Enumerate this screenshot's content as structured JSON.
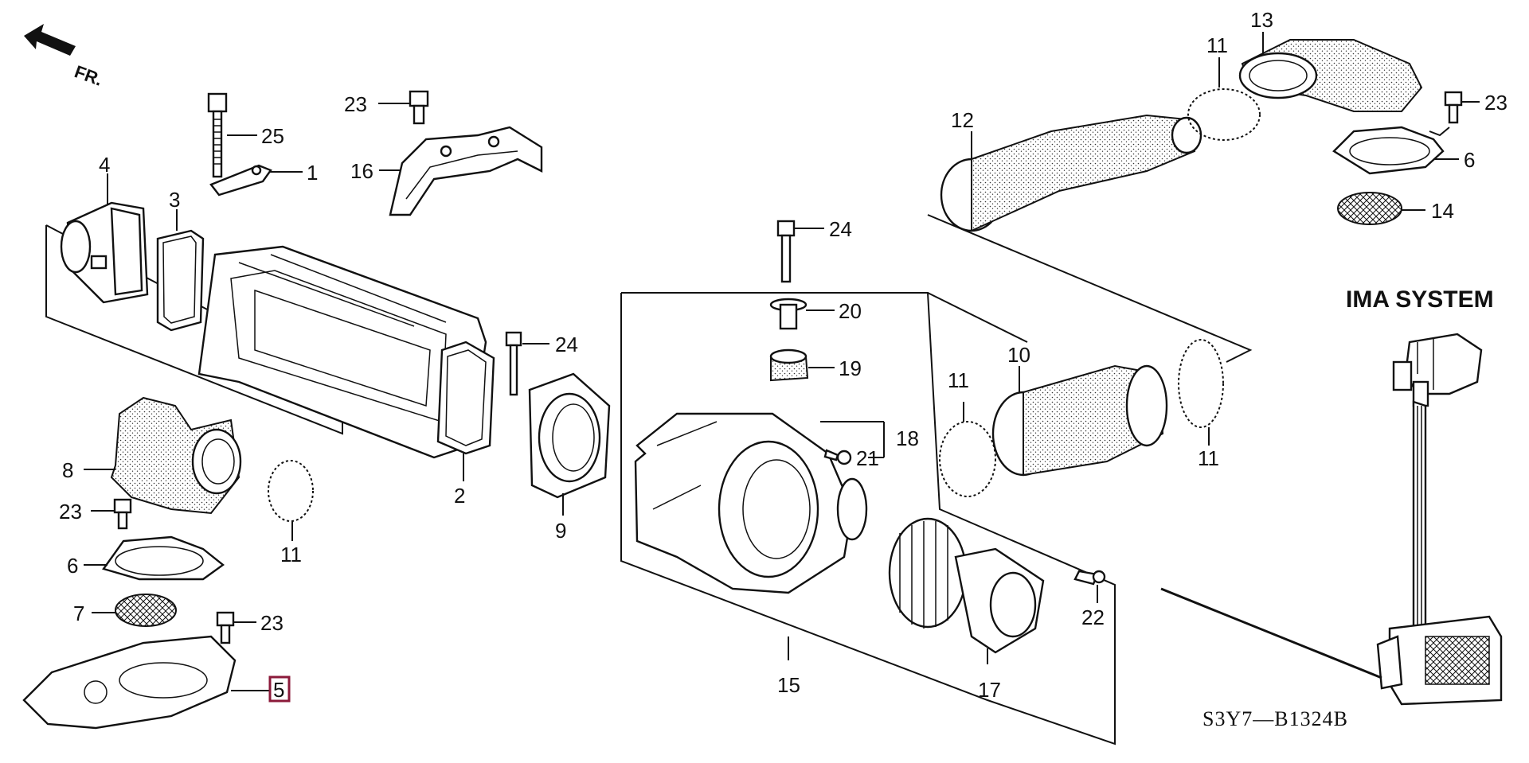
{
  "diagram": {
    "direction_label": "FR.",
    "system_title": "IMA SYSTEM",
    "drawing_code": "S3Y7—B1324B",
    "highlighted_callout": "5",
    "highlight_color": "#8b1a3a",
    "callouts": {
      "c1": "1",
      "c2": "2",
      "c3": "3",
      "c4": "4",
      "c5": "5",
      "c6a": "6",
      "c6b": "6",
      "c7": "7",
      "c8": "8",
      "c9": "9",
      "c10": "10",
      "c11a": "11",
      "c11b": "11",
      "c11c": "11",
      "c11d": "11",
      "c12": "12",
      "c13": "13",
      "c14": "14",
      "c15": "15",
      "c16": "16",
      "c17": "17",
      "c18": "18",
      "c19": "19",
      "c20": "20",
      "c21": "21",
      "c22": "22",
      "c23a": "23",
      "c23b": "23",
      "c23c": "23",
      "c23d": "23",
      "c24a": "24",
      "c24b": "24",
      "c25": "25"
    }
  }
}
